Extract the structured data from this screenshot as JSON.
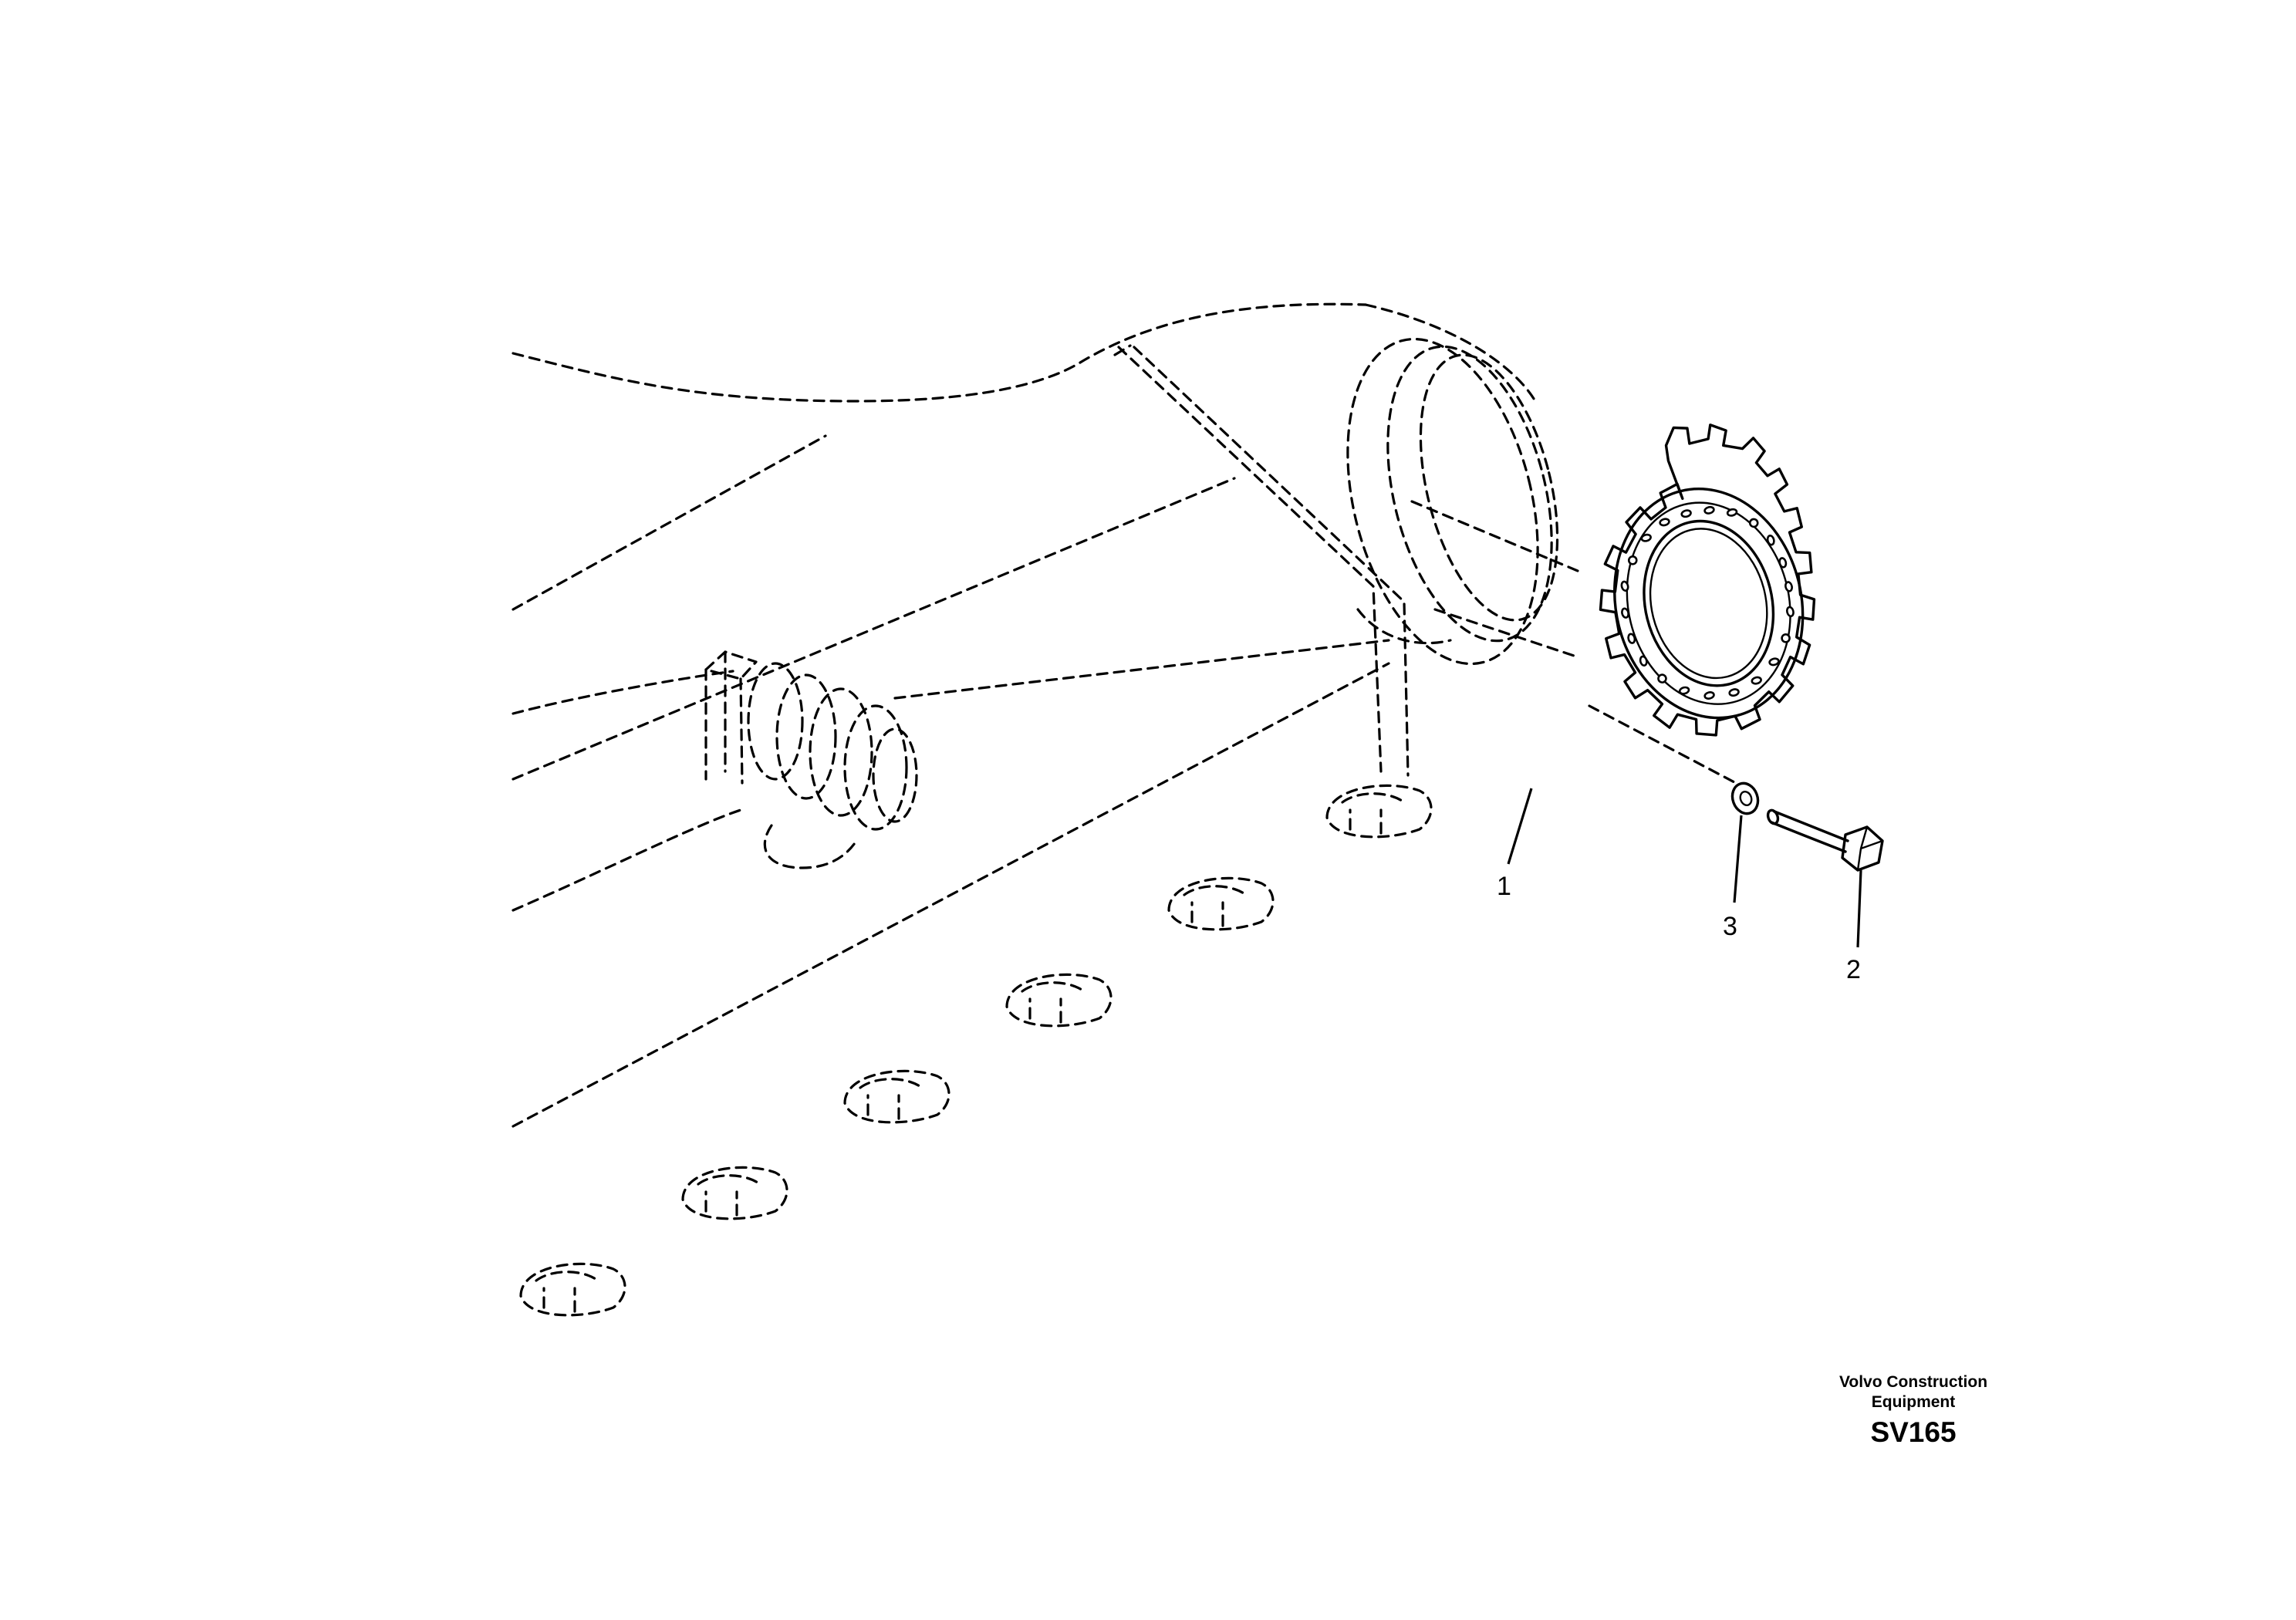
{
  "callouts": [
    {
      "number": "1",
      "part": "sprocket"
    },
    {
      "number": "2",
      "part": "bolt"
    },
    {
      "number": "3",
      "part": "washer"
    }
  ],
  "footer": {
    "brand_line1": "Volvo Construction",
    "brand_line2": "Equipment",
    "figure_code": "SV165"
  }
}
